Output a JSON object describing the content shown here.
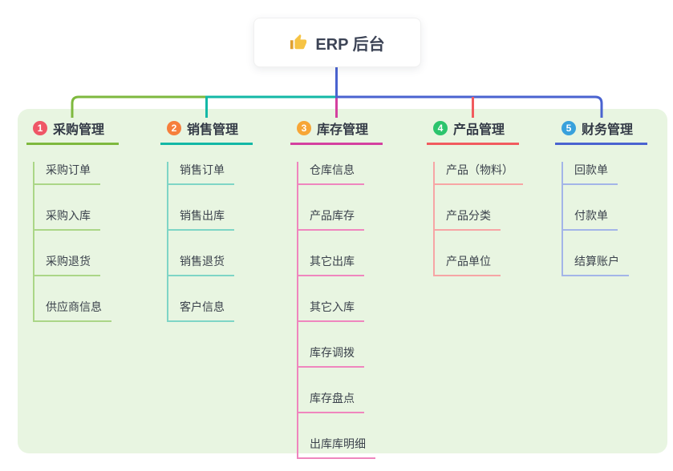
{
  "root": {
    "title": "ERP 后台",
    "icon": "thumbs-up"
  },
  "canvas": {
    "panel_background": "#e8f5e1",
    "root_line_color": "#4a63d0"
  },
  "branches": [
    {
      "badge": "1",
      "label": "采购管理",
      "badge_color": "#ef5666",
      "line_color": "#7eb93e",
      "child_line_color": "#abd687",
      "children": [
        "采购订单",
        "采购入库",
        "采购退货",
        "供应商信息"
      ]
    },
    {
      "badge": "2",
      "label": "销售管理",
      "badge_color": "#f67f3c",
      "line_color": "#13b8a6",
      "child_line_color": "#7ed5c6",
      "children": [
        "销售订单",
        "销售出库",
        "销售退货",
        "客户信息"
      ]
    },
    {
      "badge": "3",
      "label": "库存管理",
      "badge_color": "#f7a636",
      "line_color": "#d4409f",
      "child_line_color": "#ef86be",
      "children": [
        "仓库信息",
        "产品库存",
        "其它出库",
        "其它入库",
        "库存调拨",
        "库存盘点",
        "出库库明细"
      ]
    },
    {
      "badge": "4",
      "label": "产品管理",
      "badge_color": "#2cc46d",
      "line_color": "#f15b5e",
      "child_line_color": "#f7a5a5",
      "children": [
        "产品（物料）",
        "产品分类",
        "产品单位"
      ]
    },
    {
      "badge": "5",
      "label": "财务管理",
      "badge_color": "#38a1dc",
      "line_color": "#4a63d0",
      "child_line_color": "#a3b5e8",
      "children": [
        "回款单",
        "付款单",
        "结算账户"
      ]
    }
  ]
}
